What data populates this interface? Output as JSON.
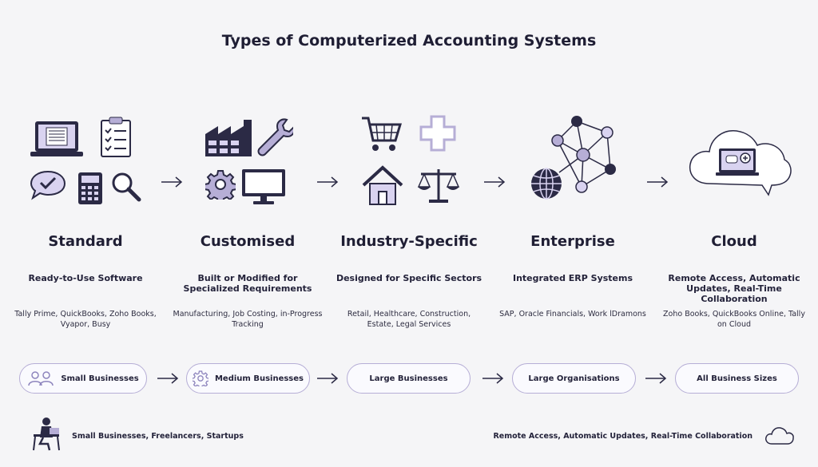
{
  "title": "Types of Computerized Accounting Systems",
  "types": [
    {
      "name": "Standard",
      "description": "Ready-to-Use Software",
      "examples": "Tally Prime, QuickBooks, Zoho Books, Vyapor, Busy",
      "audience": "Small Businesses",
      "icons": [
        "laptop-icon",
        "clipboard-checklist-icon",
        "chat-check-icon",
        "calculator-icon",
        "magnifier-icon"
      ]
    },
    {
      "name": "Customised",
      "description": "Built or Modified for Specialized Requirements",
      "examples": "Manufacturing, Job Costing, in-Progress Tracking",
      "audience": "Medium Businesses",
      "icons": [
        "factory-icon",
        "wrench-icon",
        "gear-icon",
        "monitor-icon"
      ]
    },
    {
      "name": "Industry-Specific",
      "description": "Designed for Specific Sectors",
      "examples": "Retail, Healthcare, Construction, Estate, Legal Services",
      "audience": "Large Businesses",
      "icons": [
        "shopping-cart-icon",
        "medical-cross-icon",
        "house-icon",
        "scales-icon"
      ]
    },
    {
      "name": "Enterprise",
      "description": "Integrated ERP Systems",
      "examples": "SAP, Oracle Financials, Work lDramons",
      "audience": "Large Organisations",
      "icons": [
        "globe-icon",
        "network-nodes-icon"
      ]
    },
    {
      "name": "Cloud",
      "description": "Remote Access, Automatic Updates, Real-Time Collaboration",
      "examples": "Zoho Books, QuickBooks Online, Tally on Cloud",
      "audience": "All Business Sizes",
      "icons": [
        "cloud-laptop-icon"
      ]
    }
  ],
  "footer": {
    "left": "Small Businesses, Freelancers, Startups",
    "right": "Remote Access, Automatic Updates, Real-Time Collaboration"
  },
  "colors": {
    "accent": "#b6aed6",
    "light_purple": "#d9d3f0",
    "dark": "#2b2a45"
  }
}
